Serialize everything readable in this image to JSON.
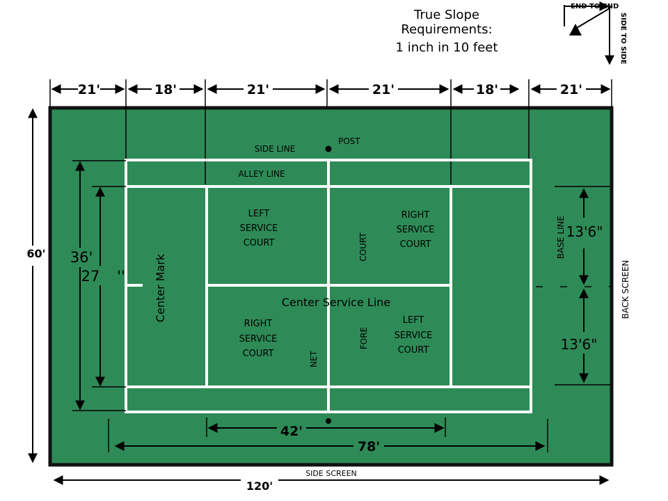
{
  "slope": {
    "line1": "True Slope",
    "line2": "Requirements:",
    "line3": "1 inch in 10 feet"
  },
  "orientation": {
    "end_to_end": "END TO END",
    "side_to_side": "SIDE TO SIDE"
  },
  "top_dimensions": [
    "21'",
    "18'",
    "21'",
    "21'",
    "18'",
    "21'"
  ],
  "dimensions": {
    "overall_height": "60'",
    "doubles_width": "36'",
    "singles_width_a": "27",
    "singles_width_b": "''",
    "service_box_upper": "13'6\"",
    "service_box_lower": "13'6\"",
    "service_line_to_service_line": "42'",
    "court_length": "78'",
    "overall_length": "120'"
  },
  "labels": {
    "post": "POST",
    "side_line": "SIDE LINE",
    "alley_line": "ALLEY LINE",
    "center_mark": "Center Mark",
    "left_service_court_top": [
      "LEFT",
      "SERVICE",
      "COURT"
    ],
    "right_service_court_top": [
      "RIGHT",
      "SERVICE",
      "COURT"
    ],
    "court": "COURT",
    "center_service_line": "Center Service Line",
    "right_service_court_bottom": [
      "RIGHT",
      "SERVICE",
      "COURT"
    ],
    "left_service_court_bottom": [
      "LEFT",
      "SERVICE",
      "COURT"
    ],
    "net": "NET",
    "fore": "FORE",
    "base_line": "BASE LINE",
    "back_screen": "BACK SCREEN",
    "side_screen": "SIDE SCREEN"
  },
  "colors": {
    "court_green": "#2e8b57",
    "court_border": "#111111",
    "line_white": "#ffffff",
    "ink": "#000000"
  }
}
